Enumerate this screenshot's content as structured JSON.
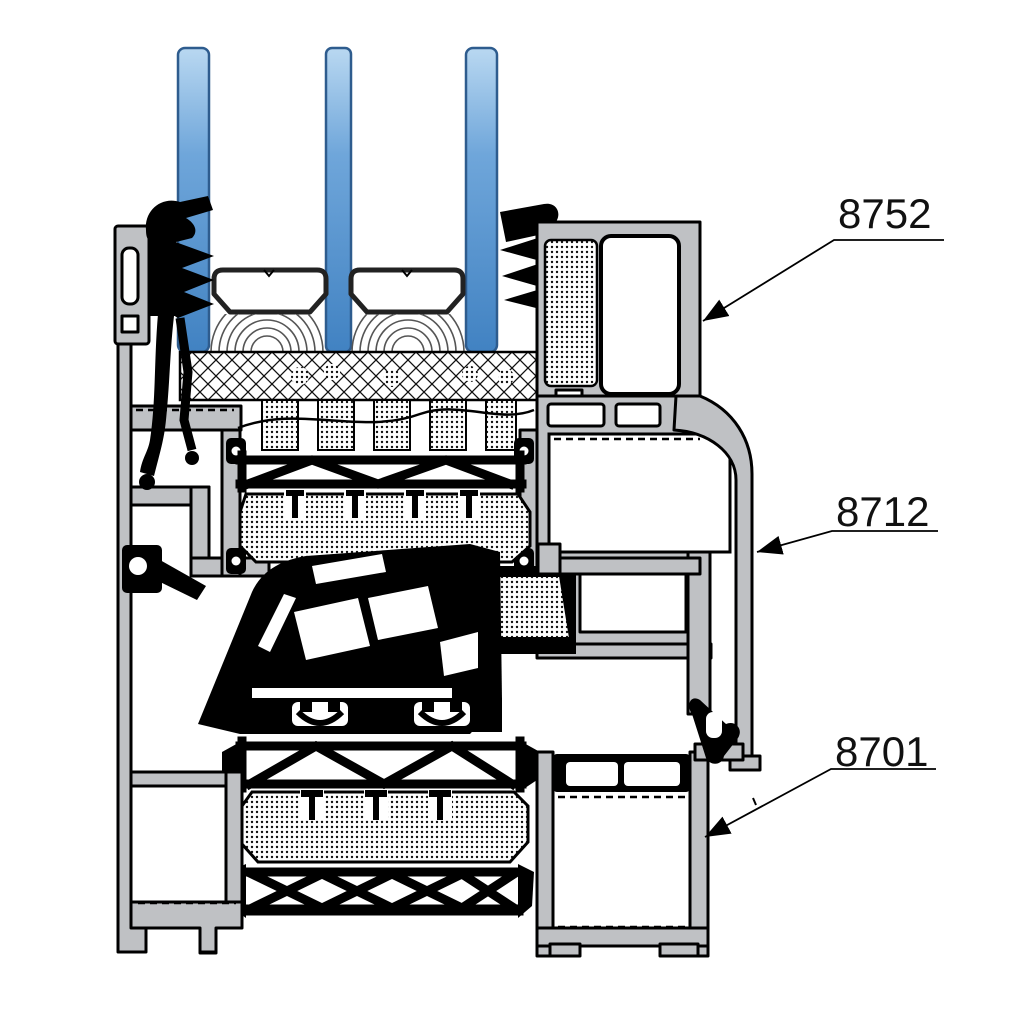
{
  "labels": [
    {
      "text": "8752"
    },
    {
      "text": "8712"
    },
    {
      "text": "8701"
    }
  ],
  "colors": {
    "background": "#ffffff",
    "aluminum": "#bfc1c4",
    "ink": "#000000",
    "label_text": "#111111",
    "glass_top": "#b9d8f1",
    "glass_mid": "#6fa6da",
    "glass_bottom": "#4182c2",
    "glass_border": "#2e5c8e"
  },
  "components": [
    "triple-glazing-panes",
    "glazing-spacer-bars",
    "sealant-arcs",
    "backer-crosshatch",
    "foil-blocks",
    "thermal-break-truss",
    "insulation-foam",
    "center-gasket-cluster",
    "glazing-gaskets",
    "aluminium-frame-profiles"
  ]
}
